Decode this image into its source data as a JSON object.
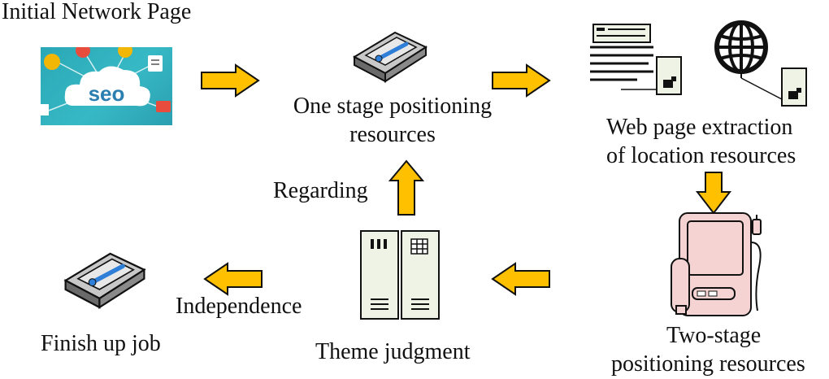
{
  "diagram": {
    "nodes": {
      "initial": "Initial Network Page",
      "seo_text": "seo",
      "one_stage": [
        "One stage positioning",
        "resources"
      ],
      "web_extract": [
        "Web page extraction",
        "of location resources"
      ],
      "two_stage": [
        "Two-stage",
        "positioning resources"
      ],
      "theme": "Theme judgment",
      "finish": "Finish up job"
    },
    "edges": {
      "regarding": "Regarding",
      "independence": "Independence"
    },
    "colors": {
      "arrow_fill": "#FFC000",
      "arrow_stroke": "#111111",
      "device_fill": "#F5D3D3",
      "panel_fill": "#EEF3E6",
      "seo_bg": "#35B5C2"
    },
    "icons": [
      "seo-cloud-icon",
      "hard-drive-icon",
      "document-icon",
      "globe-icon",
      "phone-icon",
      "server-cabinet-icon"
    ]
  }
}
